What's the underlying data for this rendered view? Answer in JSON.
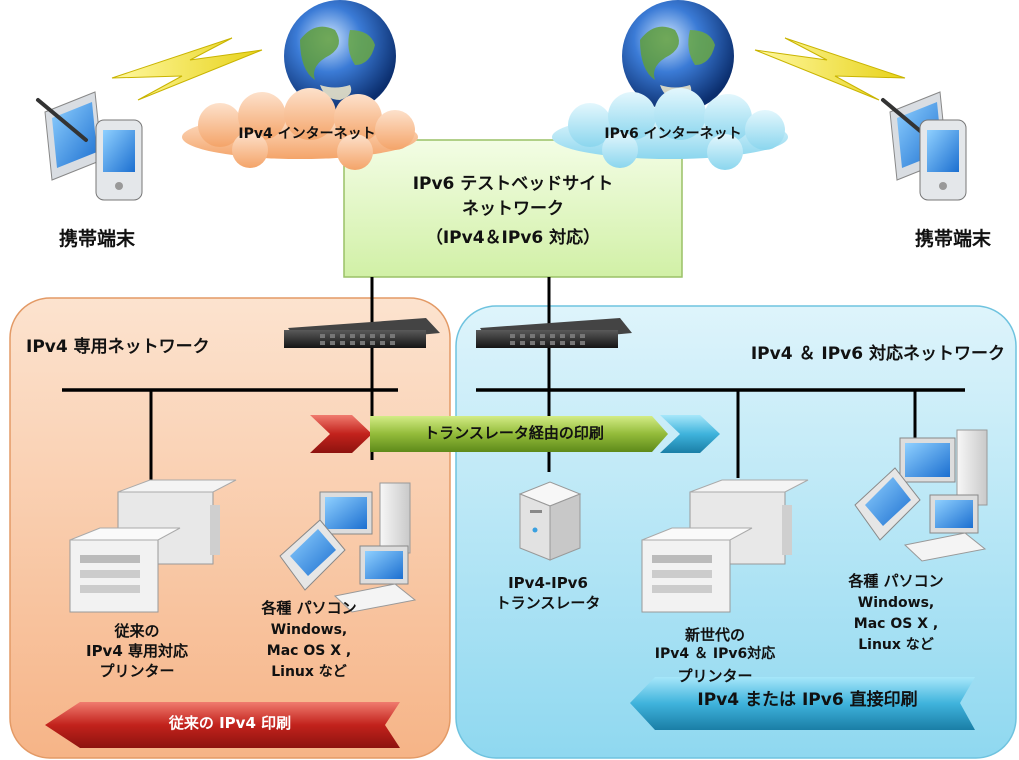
{
  "clouds": {
    "ipv4_internet": "IPv4 インターネット",
    "ipv6_internet": "IPv6 インターネット"
  },
  "testbed": {
    "line1": "IPv6 テストベッドサイト",
    "line2": "ネットワーク",
    "line3": "（IPv4＆IPv6 対応）"
  },
  "mobile": {
    "left_label": "携帯端末",
    "right_label": "携帯端末"
  },
  "networks": {
    "ipv4_only": "IPv4 専用ネットワーク",
    "dual": "IPv4 ＆ IPv6 対応ネットワーク"
  },
  "translator_arrow": "トランスレータ経由の印刷",
  "devices": {
    "legacy_printer": [
      "従来の",
      "IPv4 専用対応",
      "プリンター"
    ],
    "pcs_left": [
      "各種 パソコン",
      "Windows,",
      "Mac OS X ,",
      "Linux など"
    ],
    "translator": [
      "IPv4-IPv6",
      "トランスレータ"
    ],
    "new_printer": [
      "新世代の",
      "IPv4 ＆ IPv6対応",
      "プリンター"
    ],
    "pcs_right": [
      "各種 パソコン",
      "Windows,",
      "Mac OS X ,",
      "Linux など"
    ]
  },
  "banners": {
    "legacy_print": "従来の IPv4 印刷",
    "direct_print": "IPv4 または IPv6 直接印刷"
  },
  "colors": {
    "ipv4_cloud": "#f6b07e",
    "ipv6_cloud": "#a9e3f3",
    "testbed_fill": "#e3f7c4",
    "ipv4_panel": "#f8c59b",
    "dual_panel": "#aee4f3",
    "red_banner": "#c2221c",
    "blue_banner": "#2f9fc9",
    "green_arrow": "#8fb635"
  }
}
